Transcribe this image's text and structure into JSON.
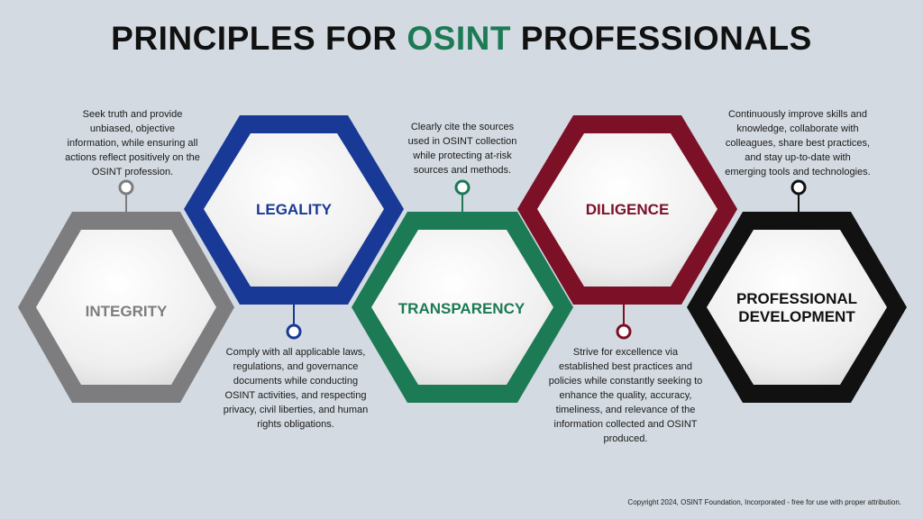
{
  "title": {
    "prefix": "PRINCIPLES FOR",
    "accent": "OSINT",
    "suffix": "PROFESSIONALS"
  },
  "principles": [
    {
      "label": "INTEGRITY",
      "description": "Seek truth and provide unbiased, objective information, while ensuring all actions reflect positively on the OSINT profession.",
      "color": "#7d7d7f"
    },
    {
      "label": "LEGALITY",
      "description": "Comply with all applicable laws, regulations, and governance documents while conducting OSINT activities, and respecting privacy, civil liberties, and human rights obligations.",
      "color": "#183996"
    },
    {
      "label": "TRANSPARENCY",
      "description": "Clearly cite the sources used in OSINT collection while protecting at-risk sources and methods.",
      "color": "#1c7a55"
    },
    {
      "label": "DILIGENCE",
      "description": "Strive for excellence via established best practices and policies while constantly seeking to enhance the quality, accuracy, timeliness, and relevance of the information collected and OSINT produced.",
      "color": "#7c1026"
    },
    {
      "label_line1": "PROFESSIONAL",
      "label_line2": "DEVELOPMENT",
      "description": "Continuously improve skills and knowledge, collaborate with colleagues, share best practices, and stay up-to-date with emerging tools and technologies.",
      "color": "#111111"
    }
  ],
  "copyright": "Copyright 2024, OSINT Foundation, Incorporated - free for use with proper attribution."
}
